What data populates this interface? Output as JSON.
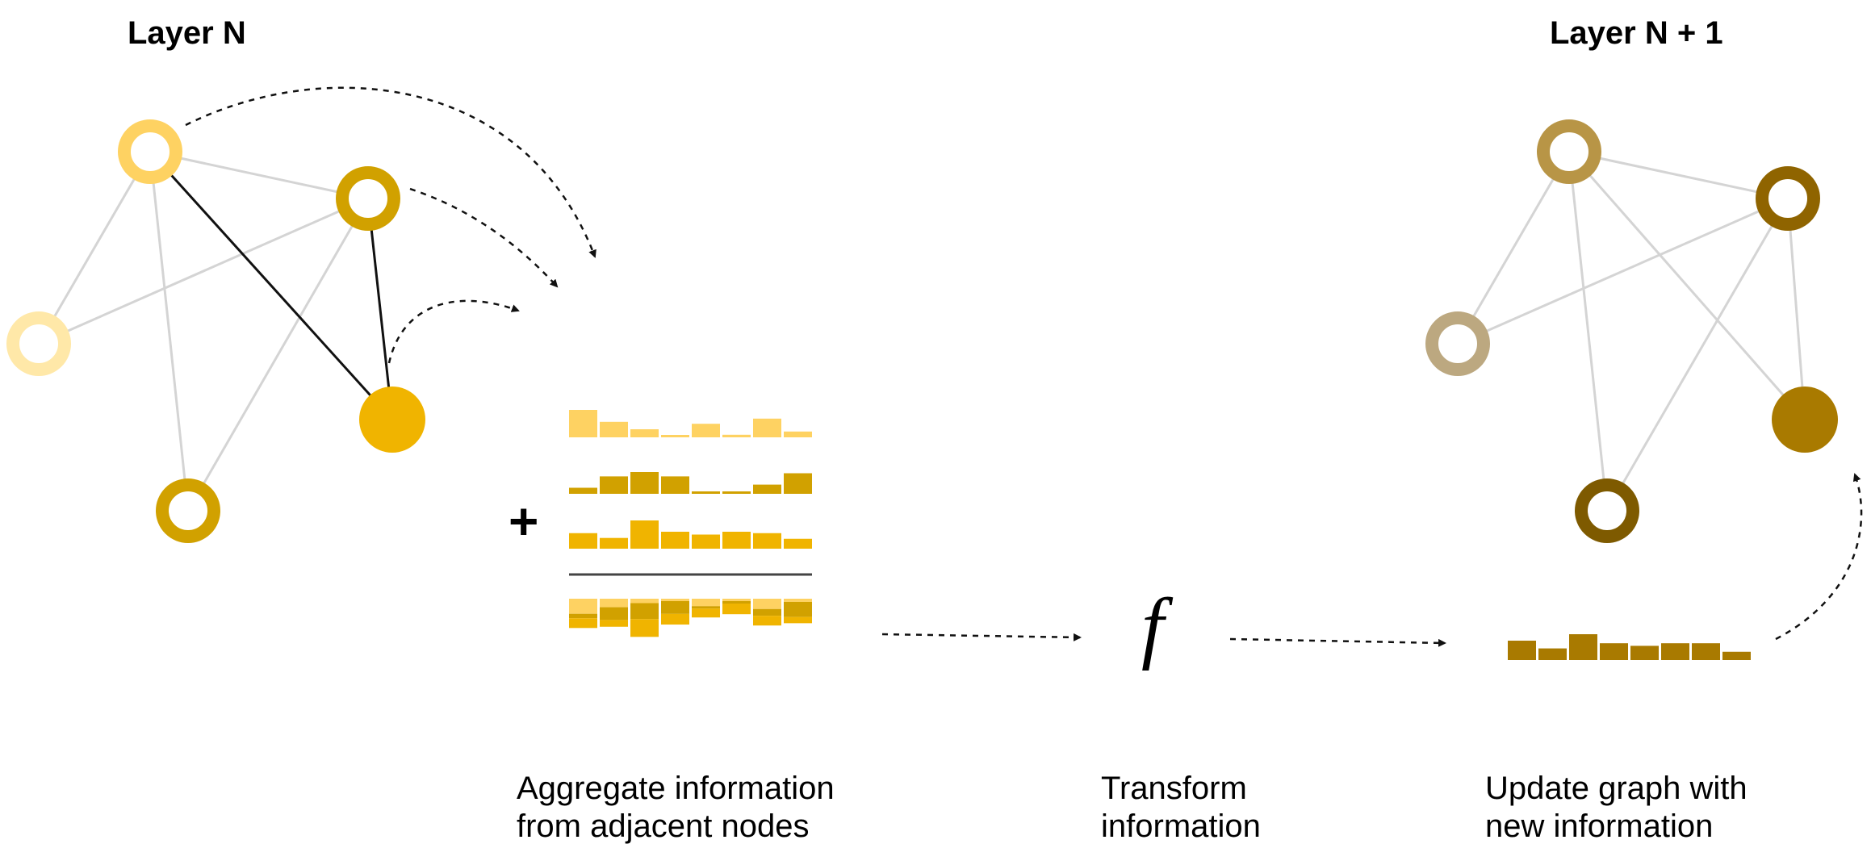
{
  "titles": {
    "left": "Layer N",
    "right": "Layer N + 1"
  },
  "symbols": {
    "plus": "+",
    "function": "f"
  },
  "captions": {
    "aggregate": [
      "Aggregate information",
      "from adjacent nodes"
    ],
    "transform": [
      "Transform",
      "information"
    ],
    "update": [
      "Update graph with",
      "new information"
    ]
  },
  "colors": {
    "edge": "#d4d4d4",
    "edge_highlight": "#111111",
    "arrow": "#111111",
    "pale_yellow": "#ffe8a8",
    "light_yellow": "#fed262",
    "gold": "#f0b400",
    "dark_gold": "#d1a100",
    "khaki": "#bca880",
    "tan": "#b89546",
    "olive": "#8f6400",
    "dark_olive": "#7e5a00",
    "brown_gold": "#a97a00"
  },
  "feature_vectors": {
    "neighbor_1": {
      "color": "#fed262",
      "values": [
        0.85,
        0.48,
        0.25,
        0.05,
        0.42,
        0.08,
        0.58,
        0.18
      ]
    },
    "neighbor_2": {
      "color": "#d1a100",
      "values": [
        0.25,
        0.72,
        0.9,
        0.72,
        0.08,
        0.08,
        0.38,
        0.85
      ]
    },
    "neighbor_3": {
      "color": "#f0b400",
      "values": [
        0.55,
        0.38,
        1.0,
        0.6,
        0.5,
        0.6,
        0.55,
        0.35
      ]
    },
    "output": {
      "color": "#a97a00",
      "values": [
        0.75,
        0.45,
        1.0,
        0.65,
        0.55,
        0.65,
        0.65,
        0.32
      ]
    }
  }
}
